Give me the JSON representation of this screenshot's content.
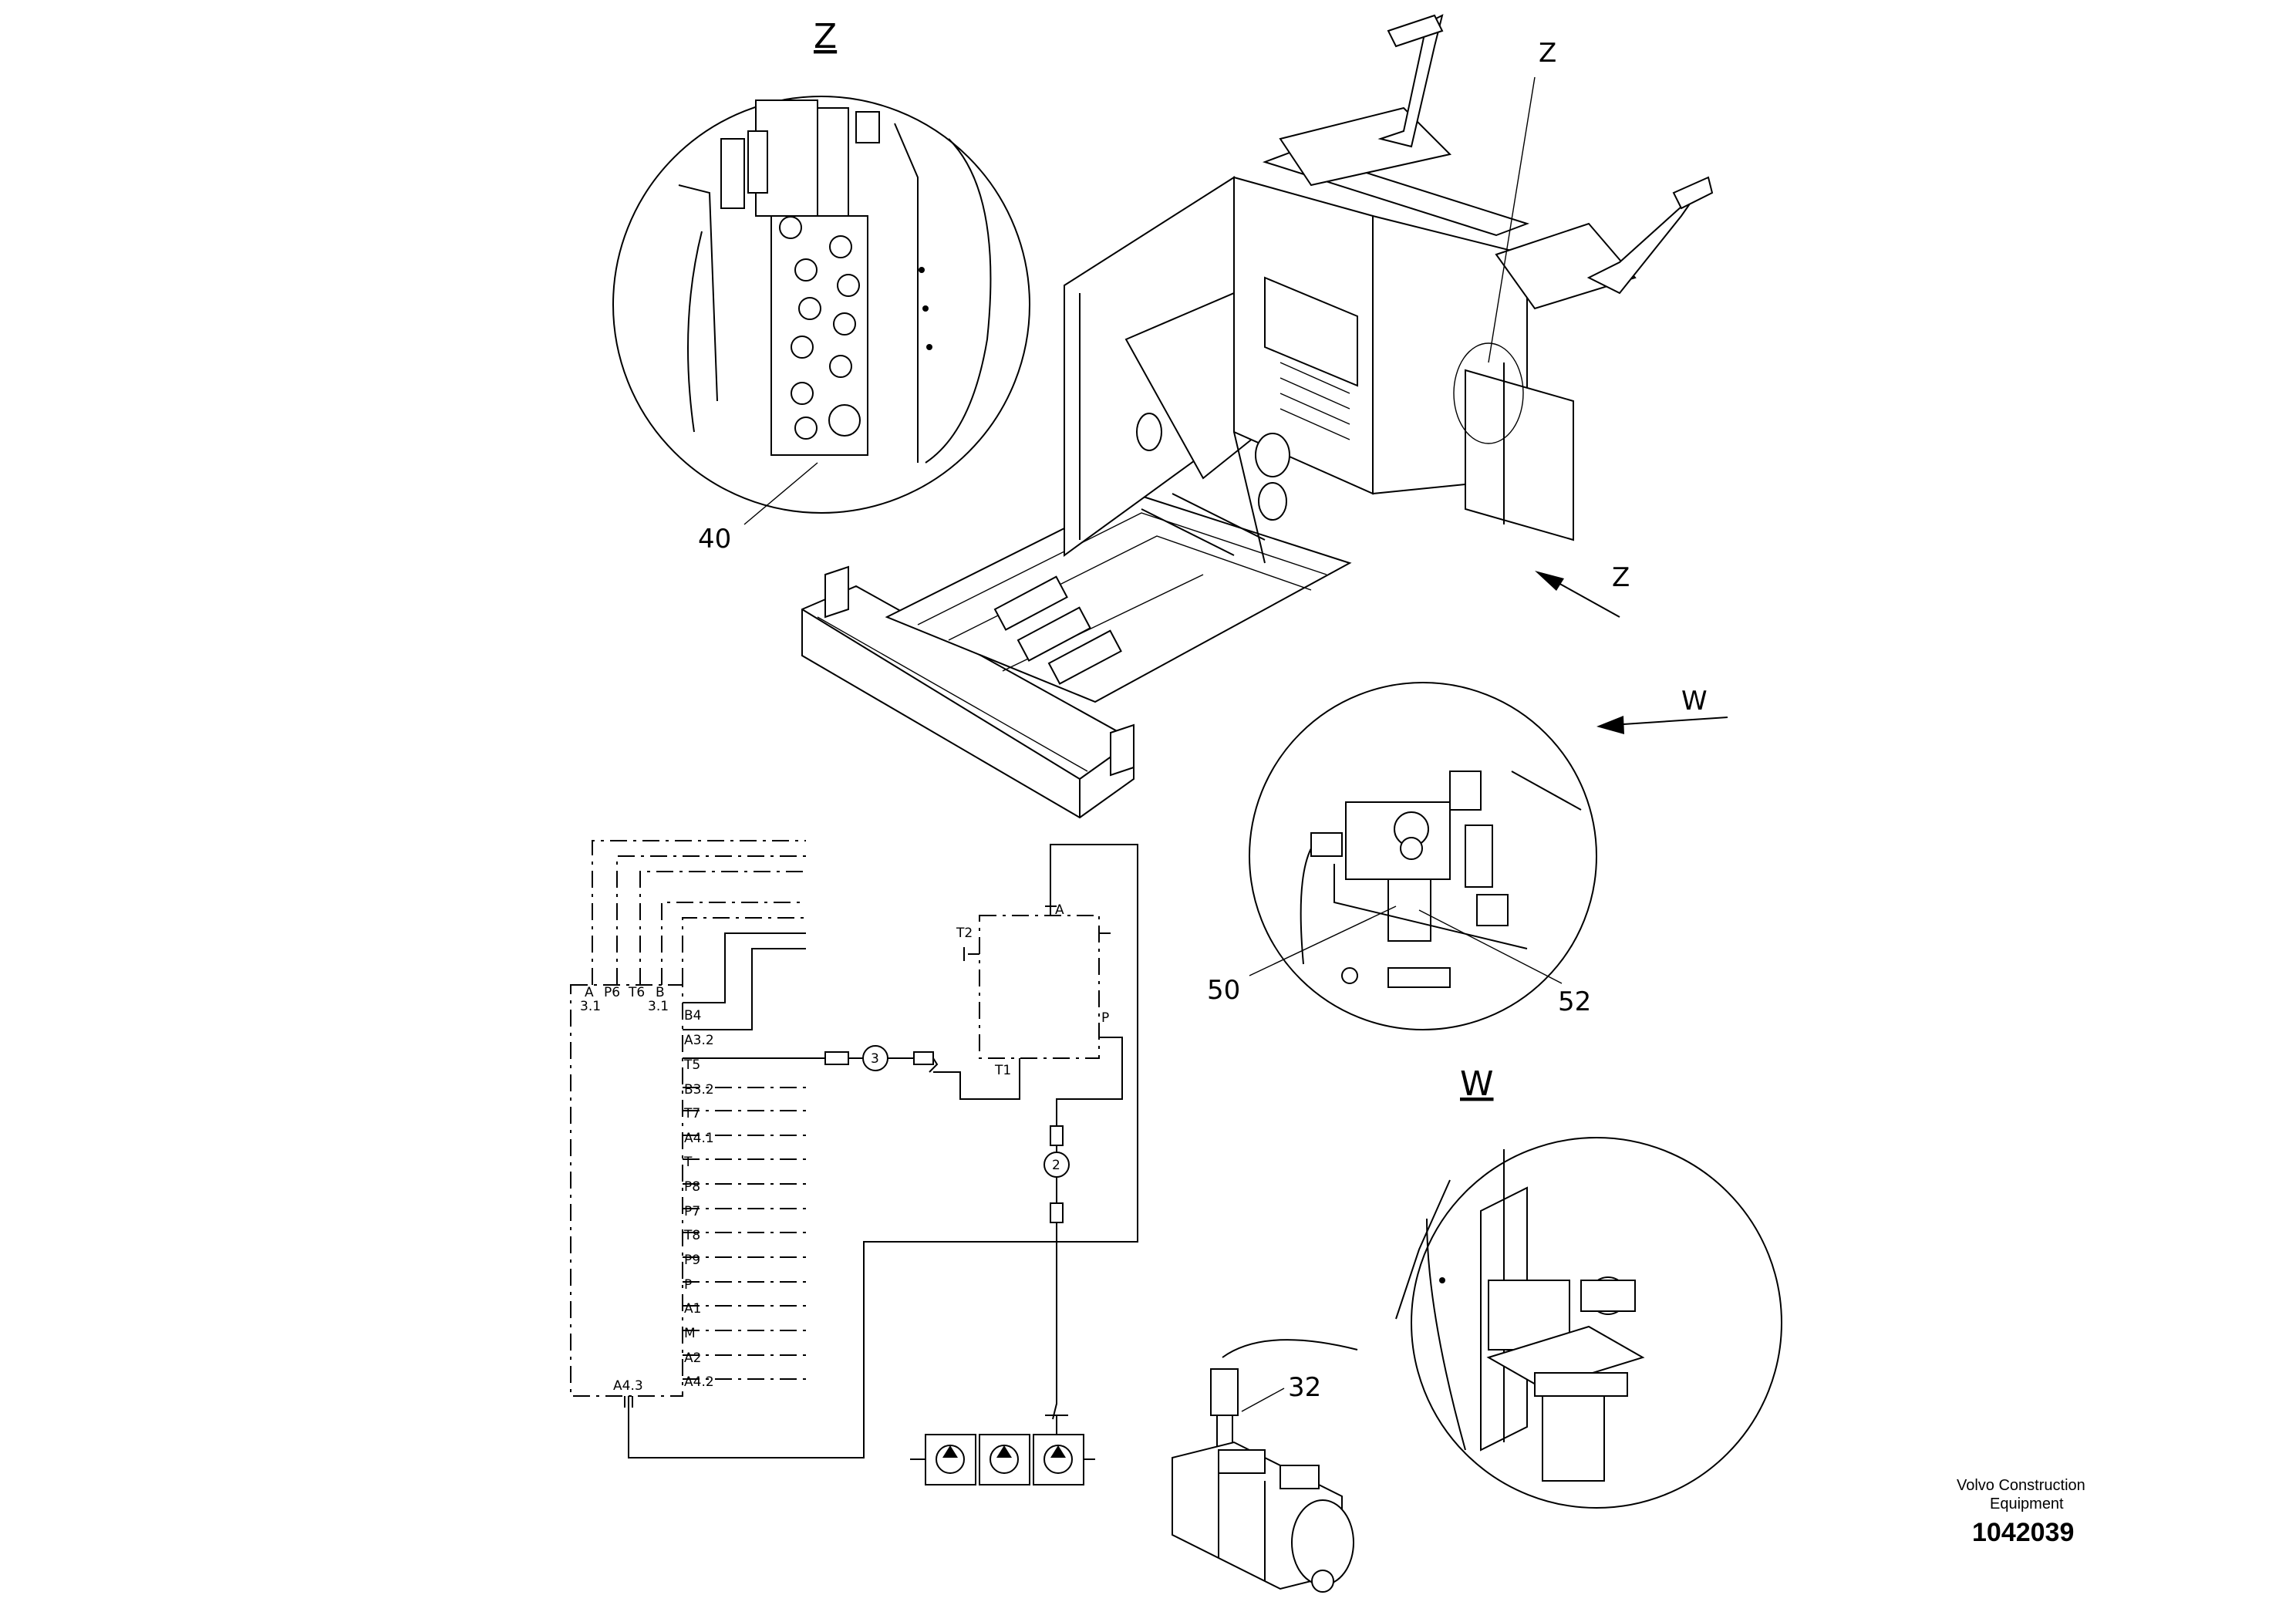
{
  "views": {
    "z_title": "Z",
    "w_title": "W",
    "z_arrow": "Z",
    "w_arrow": "W",
    "z_pointer": "Z"
  },
  "callouts": {
    "p40": "40",
    "p50": "50",
    "p52": "52",
    "p32": "32"
  },
  "schematic": {
    "block_top": {
      "a": "A",
      "p6": "P6",
      "t6": "T6",
      "b": "B",
      "sub_a": "3.1",
      "sub_b": "3.1"
    },
    "ports": [
      "B4",
      "A3.2",
      "T5",
      "B3.2",
      "T7",
      "A4.1",
      "T",
      "P8",
      "P7",
      "T8",
      "P9",
      "P",
      "A1",
      "M",
      "A2",
      "A4.2"
    ],
    "bottom_port": "A4.3",
    "valve_ports": {
      "a": "A",
      "t2": "T2",
      "p": "P",
      "t1": "T1"
    },
    "hose3": "3",
    "hose2": "2"
  },
  "footer": {
    "brand_line1": "Volvo Construction",
    "brand_line2": "Equipment",
    "doc_number": "1042039"
  }
}
